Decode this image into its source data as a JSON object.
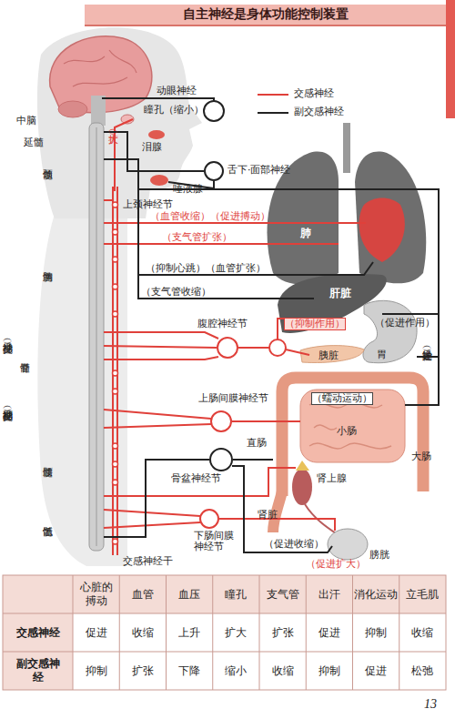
{
  "diagram": {
    "title": "自主神经是身体功能控制装置",
    "nodes": [
      {
        "text": [
          "舌下·面部神经"
        ]
      },
      {
        "text": [
          "腹腔神经节"
        ]
      },
      {
        "text": [
          "上肠间膜神经节"
        ]
      },
      {
        "text": [
          "骨盆神经节"
        ]
      },
      {
        "text": [
          "下肠间膜神经节"
        ]
      }
    ],
    "labels": [
      "动眼神经",
      "瞳孔（缩小）",
      "中脑",
      "（扩大）",
      "泪腺",
      "延髓",
      "唾液腺",
      "颈髓",
      "上颈神经节",
      "（血管收缩）（促进搏动）",
      "（支气管扩张）",
      "肺",
      "（抑制心跳）（血管扩张）",
      "胸髓",
      "（支气管收缩）",
      "肝脏",
      "（抑制作用）",
      "（促进作用）",
      "（交感神经）",
      "胰脏",
      "胃",
      "（迷走神经）",
      "脊髓",
      "（副交感神经）",
      "（蠕动运动）",
      "小肠",
      "直肠",
      "大肠",
      "腰髓",
      "肾上腺",
      "肾脏",
      "骶髓",
      "（促进收缩）",
      "膀胱",
      "交感神经干",
      "（促进扩大）",
      "心脏的搏动",
      "血管",
      "血压",
      "瞳孔",
      "支气管",
      "出汗",
      "消化运动",
      "立毛肌",
      "交感神经",
      "促进",
      "收缩",
      "上升",
      "扩大",
      "扩张",
      "促进",
      "抑制",
      "收缩",
      "副交感神经",
      "抑制",
      "扩张",
      "下降",
      "缩小",
      "收缩",
      "抑制",
      "促进",
      "松弛",
      "13"
    ],
    "legend": [
      {
        "text": "交感神经"
      },
      {
        "text": "副交感神经"
      }
    ]
  }
}
